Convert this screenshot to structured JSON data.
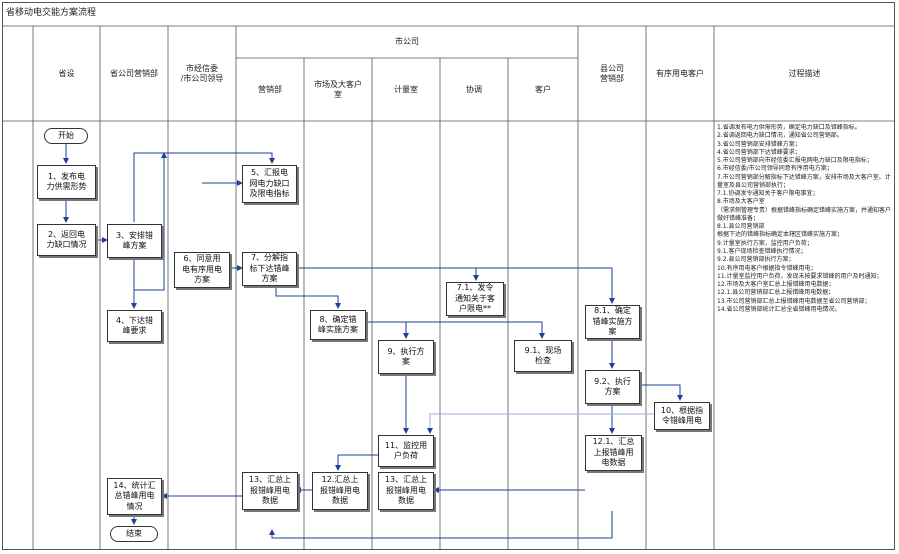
{
  "title": "省移动电交能方案流程",
  "headers": {
    "col1": "省设",
    "col2": "省公司营销部",
    "col3": "市经信委\n/市公司领导",
    "city_group": "市公司",
    "col4": "营销部",
    "col5": "市场及大客户\n室",
    "col6": "计量室",
    "col7": "协调",
    "col8": "客户",
    "col9": "县公司\n营销部",
    "col10": "有序用电客户",
    "col11": "过程描述"
  },
  "nodes": {
    "start": "开始",
    "n1": "1、发布电\n力供需形势",
    "n2": "2、返回电\n力缺口情况",
    "n3": "3、安排错\n峰方案",
    "n4": "4、下达错\n峰要求",
    "n5": "5、汇报电\n网电力缺口\n及限电指标",
    "n6": "6、同意用\n电有序用电\n方案",
    "n7": "7、分解指\n标下达错峰\n方案",
    "n71": "7.1、发令\n通知关于客\n户限电**",
    "n8": "8、确定错\n峰实施方案",
    "n9": "9、执行方\n案",
    "n91": "9.1、现场\n检查",
    "n81": "8.1、确定\n错峰实施方\n案",
    "n92": "9.2、执行\n方案",
    "n10": "10、根据指\n令错峰用电",
    "n11": "11、监控用\n户负荷",
    "n121": "12.1、汇总\n上报错峰用\n电数据",
    "n12": "12.汇总上\n报错峰用电\n数据",
    "n13": "13、汇总上\n报错峰用电\n数据",
    "n13b": "13、汇总上\n报错峰用电\n数据",
    "n14": "14、统计汇\n总错峰用电\n情况",
    "end": "结束"
  },
  "description": "1.省调发布电力供需形势，确定电力缺口及错峰指标。\n2.省调返回电力缺口情况，通知省公司营销部。\n3.省公司营销部安排错峰方案；\n4.省公司营销部下达错峰要求；\n5.市公司营销部向市经信委汇报电网电力缺口及限电指标；\n6.市经信委/市公司领导同意有序用电方案；\n7.市公司营销部分解指标下达错峰方案，安排市场及大客户室、计量室及县公司营销部执行；\n7.1.协调发令通知关于客户限电事宜；\n8.市场及大客户室\n（需求侧管理专责）根据错峰指标确定错峰实施方案，并通知客户做好错峰准备；\n8.1.县公司营销部\n根据下达的错峰指标确定本辖区错峰实施方案；\n9.计量室执行方案，监控用户负荷；\n9.1.客户现场检查错峰执行情况；\n9.2.县公司营销部执行方案；\n10.有序用电客户根据指令错峰用电；\n11.计量室监控用户负荷，发现未按要求错峰的用户及时通知；\n12.市场及大客户室汇总上报错峰用电数据；\n12.1.县公司营销部汇总上报错峰用电数据；\n13.市公司营销部汇总上报错峰用电数据至省公司营销部；\n14.省公司营销部统计汇总全省错峰用电情况。"
}
